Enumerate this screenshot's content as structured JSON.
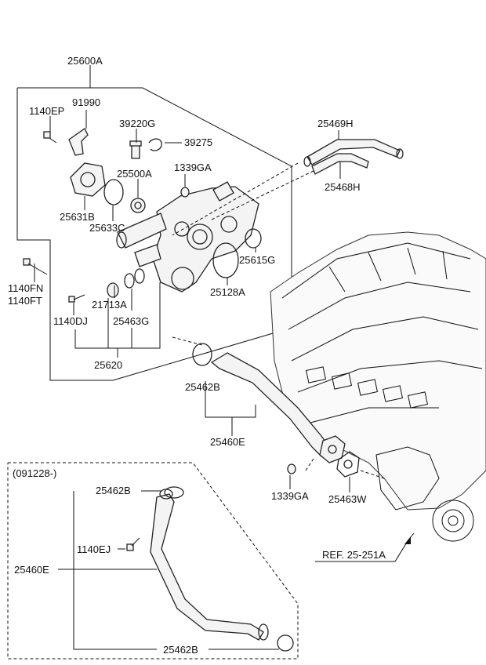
{
  "labels": {
    "l25600A": "25600A",
    "l1140EP": "1140EP",
    "l91990": "91990",
    "l39220G": "39220G",
    "l39275": "39275",
    "l25469H": "25469H",
    "l25500A": "25500A",
    "l1339GA_top": "1339GA",
    "l25468H": "25468H",
    "l25631B": "25631B",
    "l25633C": "25633C",
    "l25615G": "25615G",
    "l1140FN": "1140FN",
    "l1140FT": "1140FT",
    "l21713A": "21713A",
    "l25128A": "25128A",
    "l1140DJ": "1140DJ",
    "l25463G": "25463G",
    "l25620": "25620",
    "l25462B_mid": "25462B",
    "l25460E_mid": "25460E",
    "l1339GA_bot": "1339GA",
    "l25463W": "25463W",
    "l091228": "(091228-)",
    "l25462B_inset_top": "25462B",
    "l1140EJ": "1140EJ",
    "l25460E_inset": "25460E",
    "l25462B_inset_bot": "25462B",
    "lref": "REF. 25-251A"
  }
}
